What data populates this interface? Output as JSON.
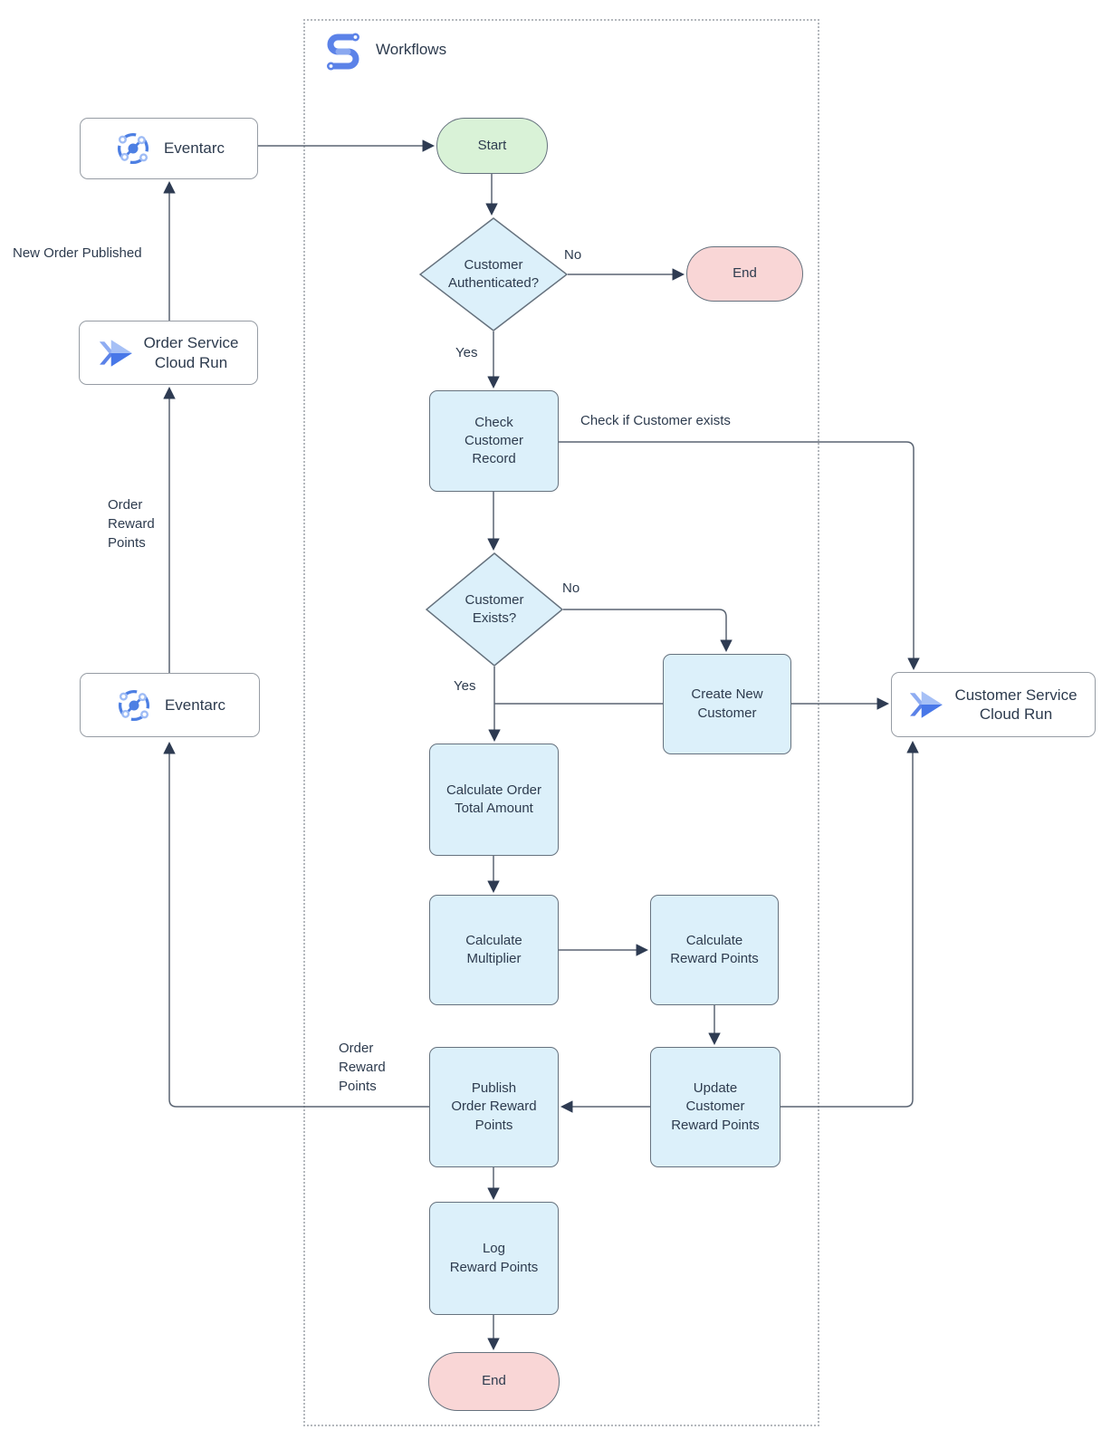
{
  "colors": {
    "node-fill": "#dcf0fa",
    "node-border": "#66727e",
    "start-fill": "#d9f2d7",
    "end-fill": "#f9d6d6",
    "service-border": "#969ca4",
    "line": "#5a6472",
    "arrow": "#2e3b52",
    "text": "#2d3b4e",
    "frame": "#b4b8bd"
  },
  "frame": {
    "title": "Workflows"
  },
  "icons": {
    "workflows": "workflows-icon",
    "eventarc": "eventarc-icon",
    "cloud_run": "cloud-run-icon"
  },
  "services": {
    "eventarc_top": "Eventarc",
    "order_service": "Order Service\nCloud Run",
    "eventarc_bottom": "Eventarc",
    "customer_service": "Customer Service\nCloud Run"
  },
  "nodes": {
    "start": "Start",
    "auth": "Customer\nAuthenticated?",
    "end_top": "End",
    "check_record": "Check\nCustomer\nRecord",
    "exists": "Customer\nExists?",
    "create_customer": "Create New\nCustomer",
    "calc_total": "Calculate Order\nTotal Amount",
    "calc_multiplier": "Calculate\nMultiplier",
    "calc_points": "Calculate\nReward Points",
    "update_points": "Update\nCustomer\nReward Points",
    "publish_points": "Publish\nOrder Reward\nPoints",
    "log_points": "Log\nReward Points",
    "end_bottom": "End"
  },
  "edge_labels": {
    "new_order_published": "New Order Published",
    "order_reward_points_left": "Order\nReward\nPoints",
    "order_reward_points_mid": "Order\nReward\nPoints",
    "yes_auth": "Yes",
    "no_auth": "No",
    "check_if_exists": "Check if Customer exists",
    "no_exists": "No",
    "yes_exists": "Yes"
  }
}
